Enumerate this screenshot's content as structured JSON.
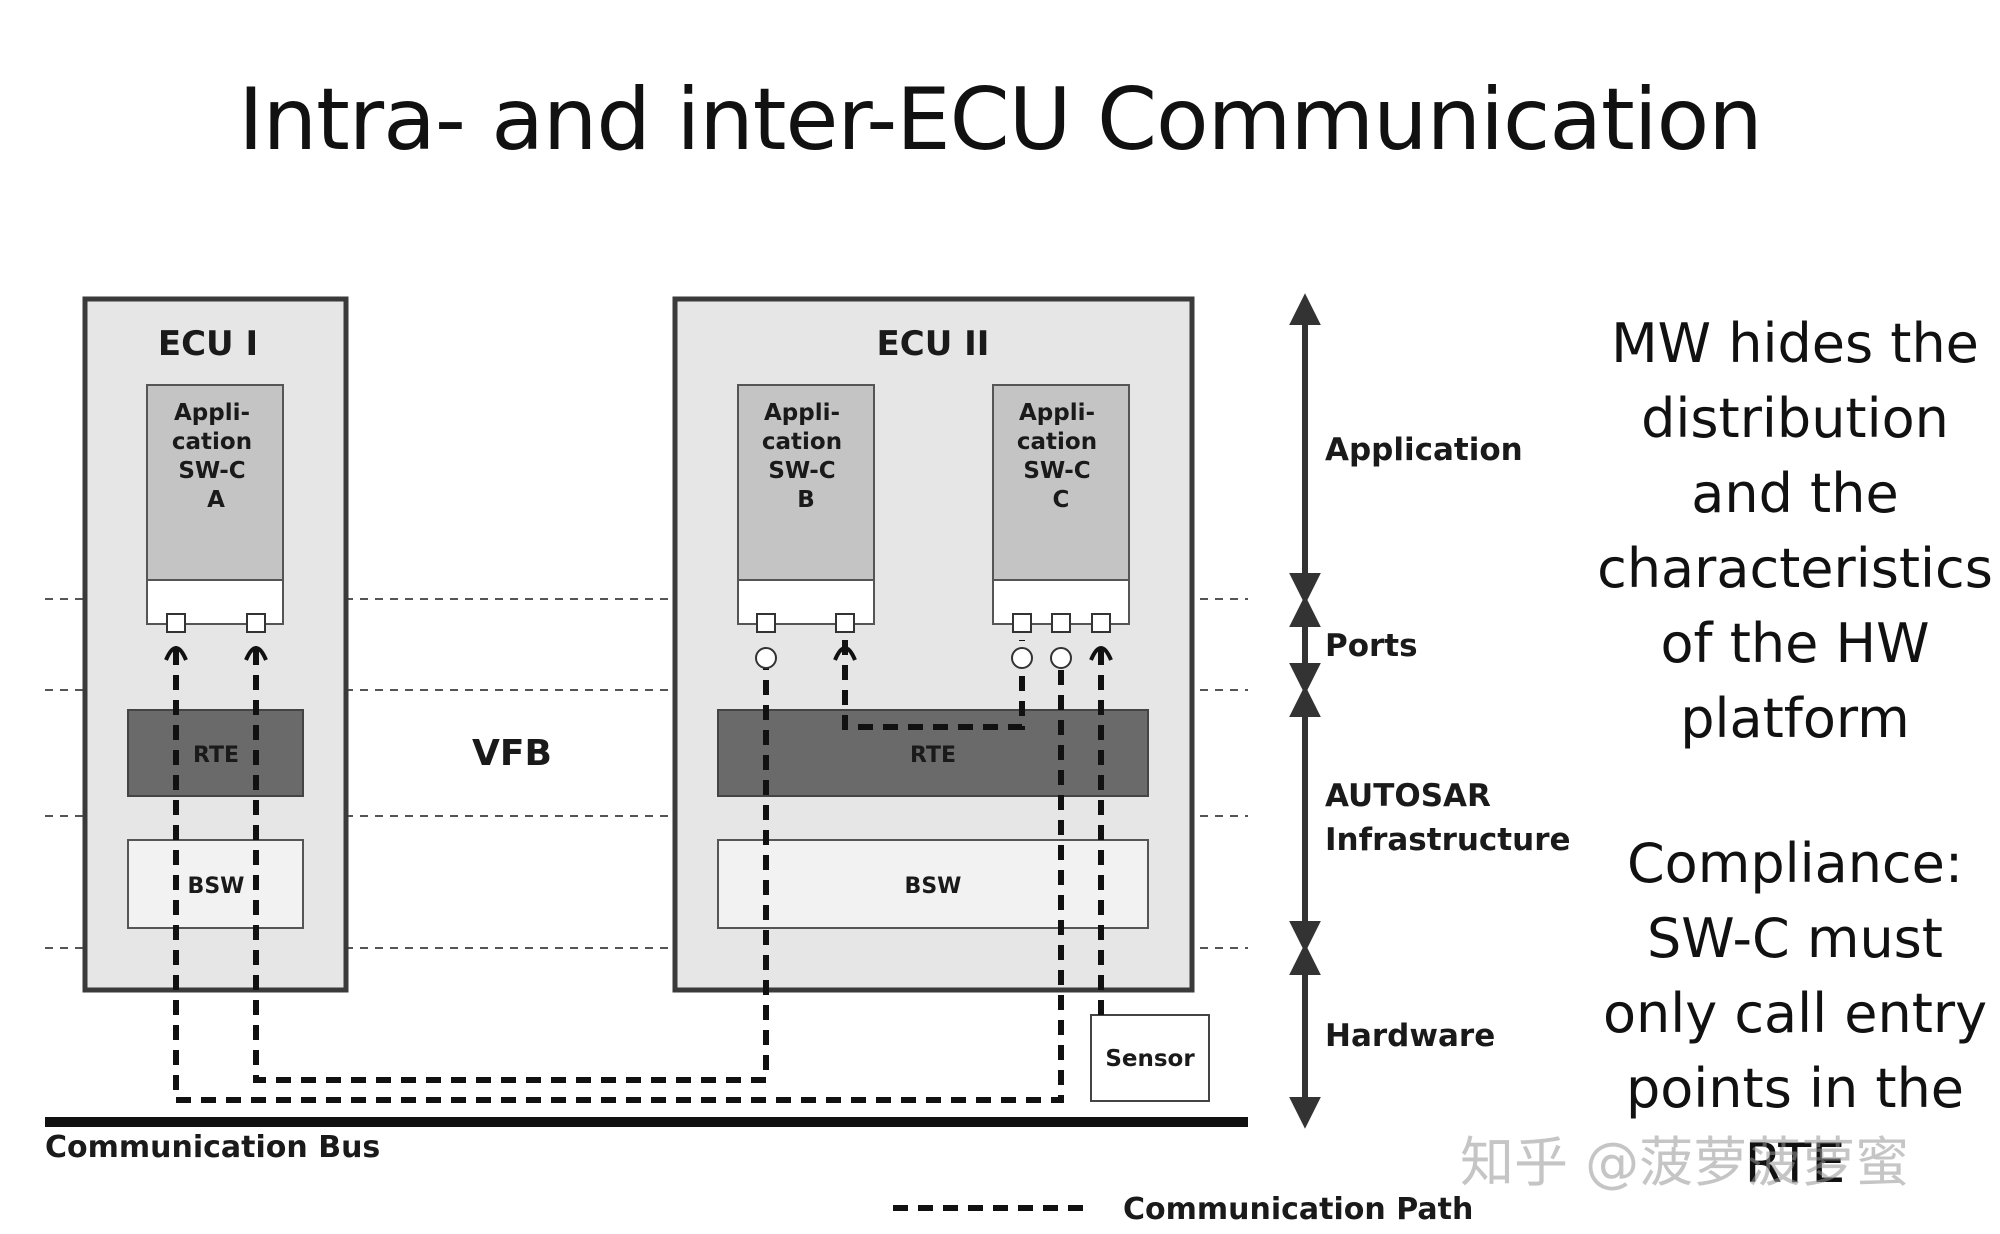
{
  "title": "Intra- and inter-ECU Communication",
  "ecu1": {
    "name": "ECU I",
    "swc": [
      "Appli-",
      "cation",
      "SW-C",
      "A"
    ],
    "rte": "RTE",
    "bsw": "BSW"
  },
  "ecu2": {
    "name": "ECU II",
    "swc_b": [
      "Appli-",
      "cation",
      "SW-C",
      "B"
    ],
    "swc_c": [
      "Appli-",
      "cation",
      "SW-C",
      "C"
    ],
    "rte": "RTE",
    "bsw": "BSW"
  },
  "vfb": "VFB",
  "sensor": "Sensor",
  "bus_label": "Communication Bus",
  "legend": {
    "path_label": "Communication Path"
  },
  "layers": {
    "application": "Application",
    "ports": "Ports",
    "infrastructure_line1": "AUTOSAR",
    "infrastructure_line2": "Infrastructure",
    "hardware": "Hardware"
  },
  "notes": {
    "note1": [
      "MW hides the",
      "distribution",
      "and the",
      "characteristics",
      "of the HW",
      "platform"
    ],
    "note2": [
      "Compliance:",
      "SW-C must",
      "only call entry",
      "points in the",
      "RTE"
    ]
  },
  "watermark": "知乎 @菠萝菠萝蜜",
  "colors": {
    "ecu_fill": "#e6e6e6",
    "swc_fill": "#c4c4c4",
    "rte_fill": "#6a6a6a",
    "bsw_fill": "#f2f2f2"
  }
}
